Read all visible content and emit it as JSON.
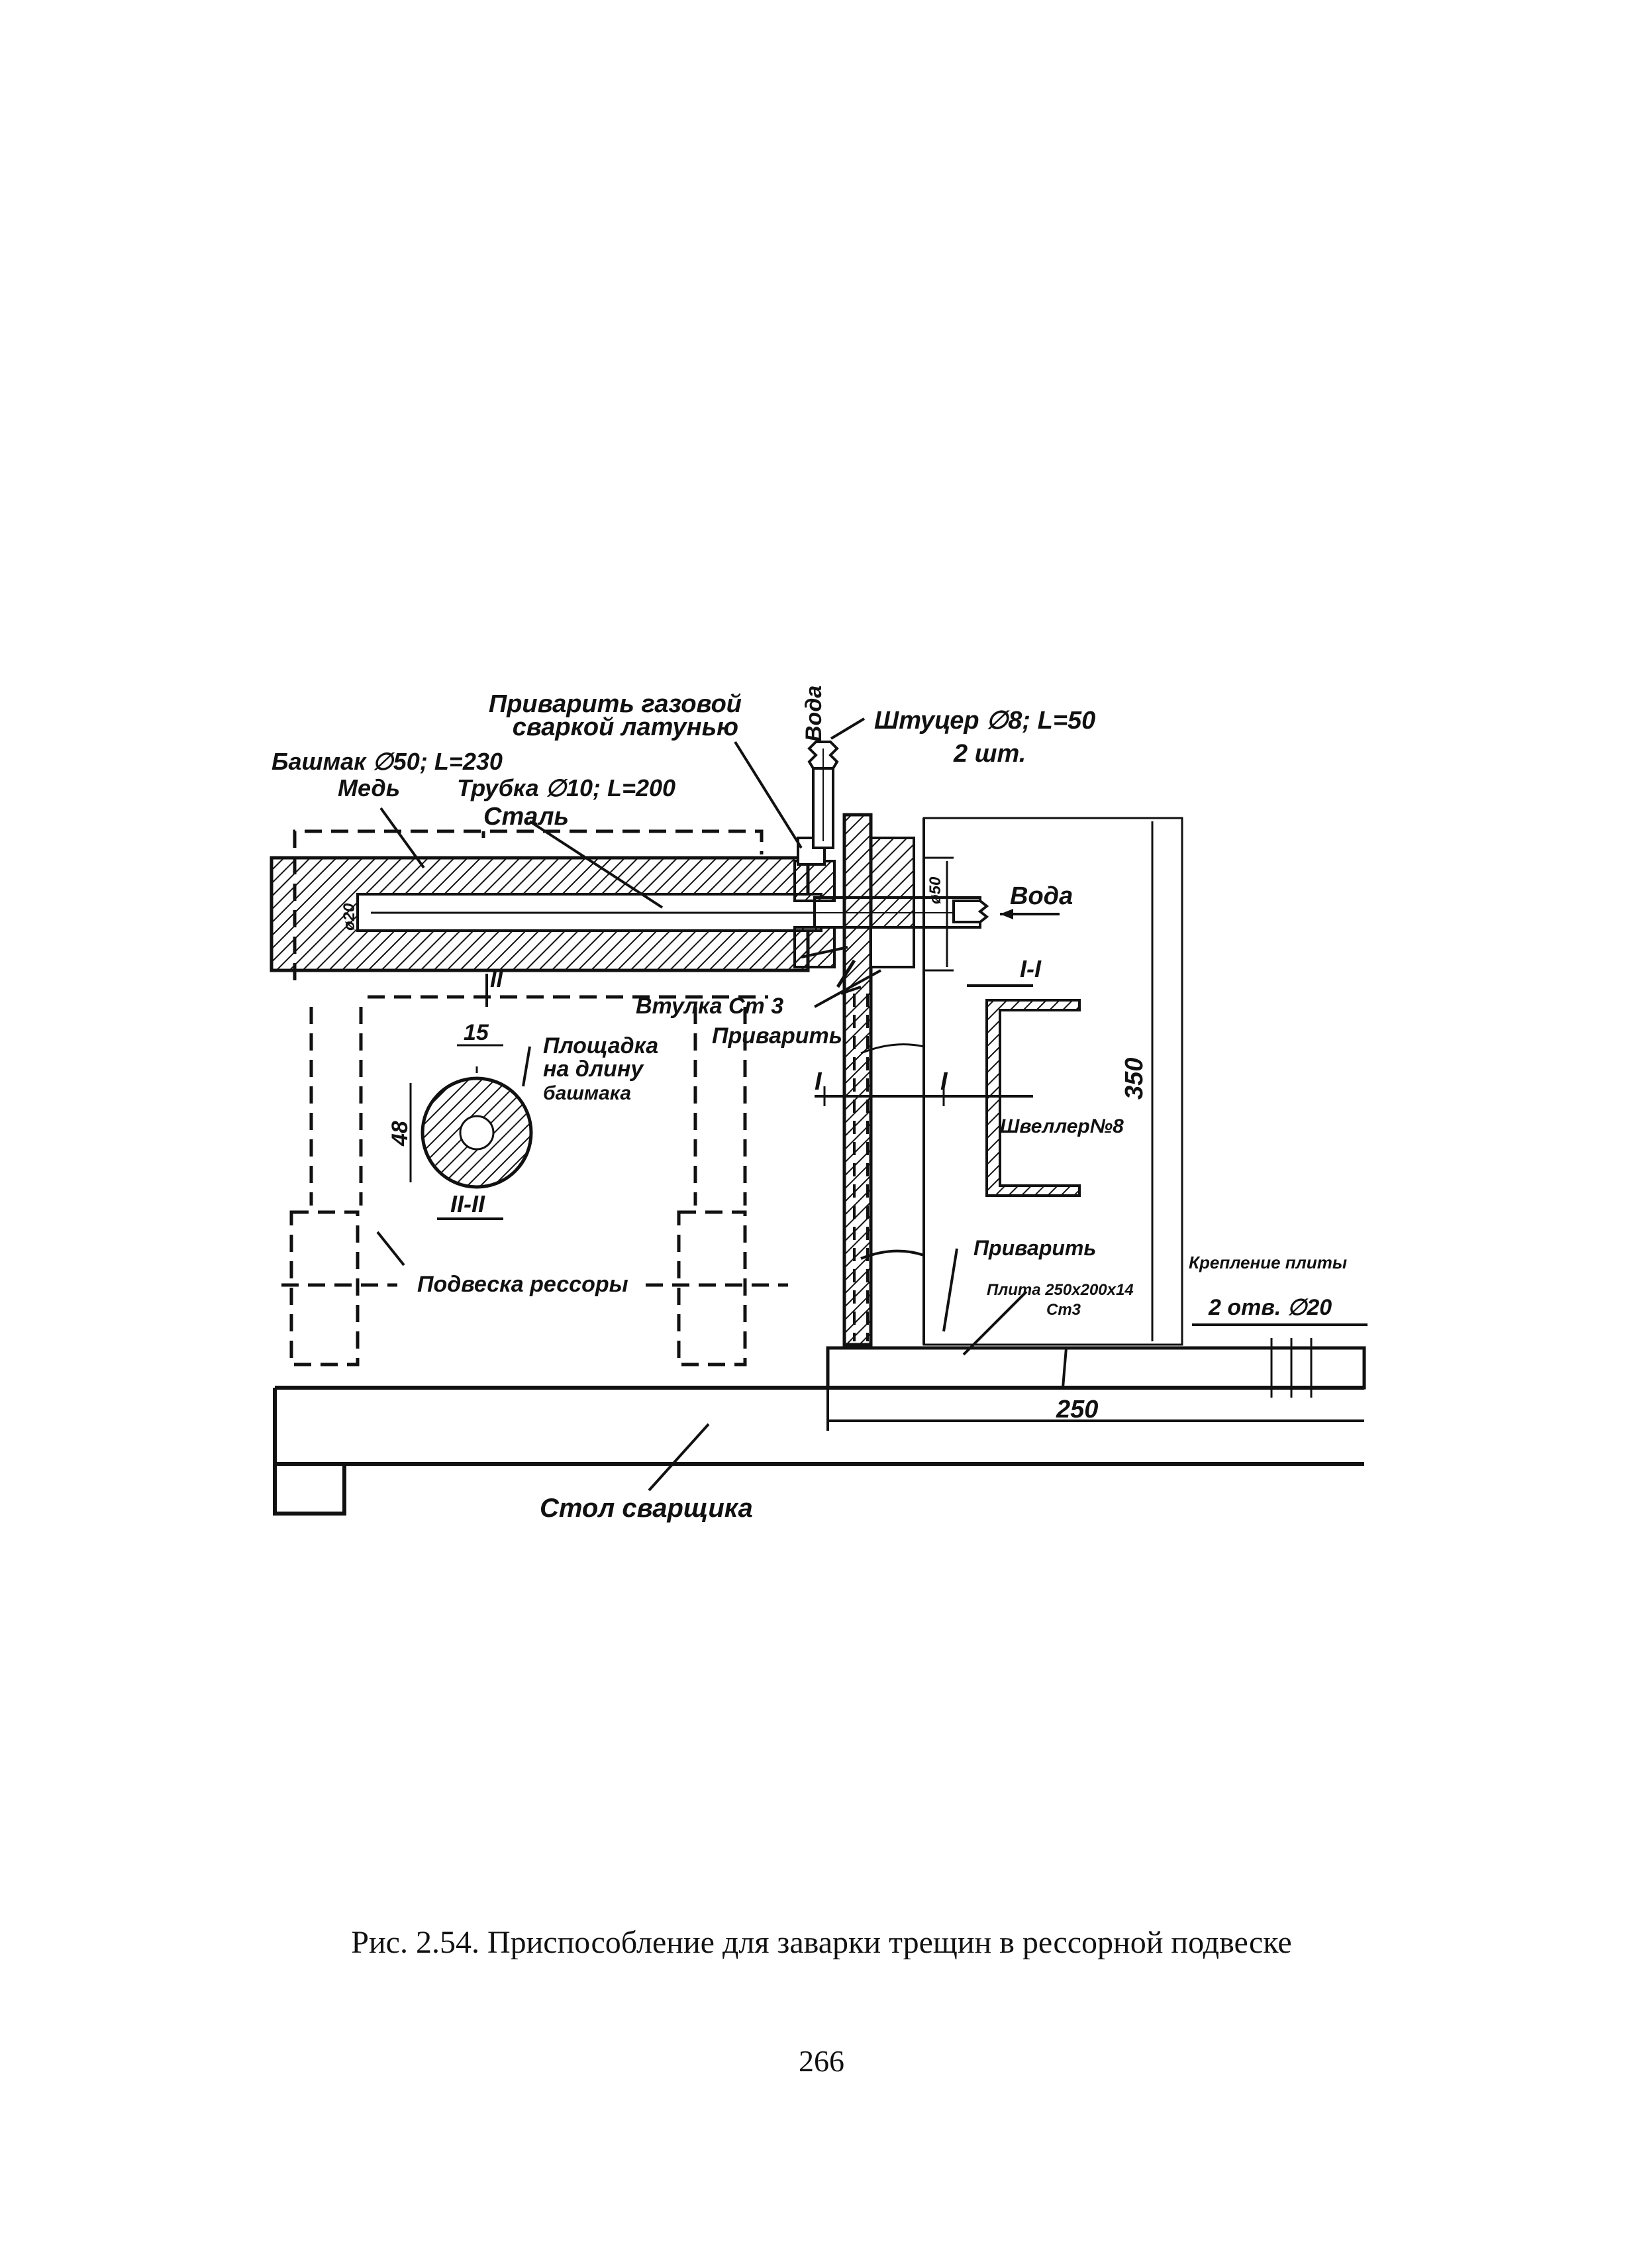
{
  "labels": {
    "weld_brass_1": "Приварить газовой",
    "weld_brass_2": "сваркой латунью",
    "water_vertical": "Вода",
    "fitting_1": "Штуцер ∅8; L=50",
    "fitting_2": "2 шт.",
    "shoe": "Башмак ∅50; L=230",
    "copper": "Медь",
    "tube": "Трубка ∅10; L=200",
    "steel": "Сталь",
    "water_out": "Вода",
    "bushing": "Втулка Ст 3",
    "weld_1": "Приварить",
    "pad_1": "Площадка",
    "pad_2": "на длину",
    "pad_3": "башмака",
    "spring_hanger": "Подвеска рессоры",
    "weld_2": "Приварить",
    "plate_1": "Плита 250х200х14",
    "plate_2": "Ст3",
    "plate_fix": "Крепление плиты",
    "holes": "2 отв. ∅20",
    "table": "Стол сварщика",
    "channel": "Швеллер№8",
    "section_1": "I-I",
    "section_2": "II-II",
    "mark_I_left": "I",
    "mark_I_right": "I",
    "mark_II": "II",
    "dim_15": "15",
    "dim_48": "48",
    "dim_350": "350",
    "dim_250": "250",
    "dim_20": "ø20",
    "dim_50": "ø50"
  },
  "caption": "Рис. 2.54. Приспособление для заварки трещин в рессорной подвеске",
  "page_number": "266"
}
